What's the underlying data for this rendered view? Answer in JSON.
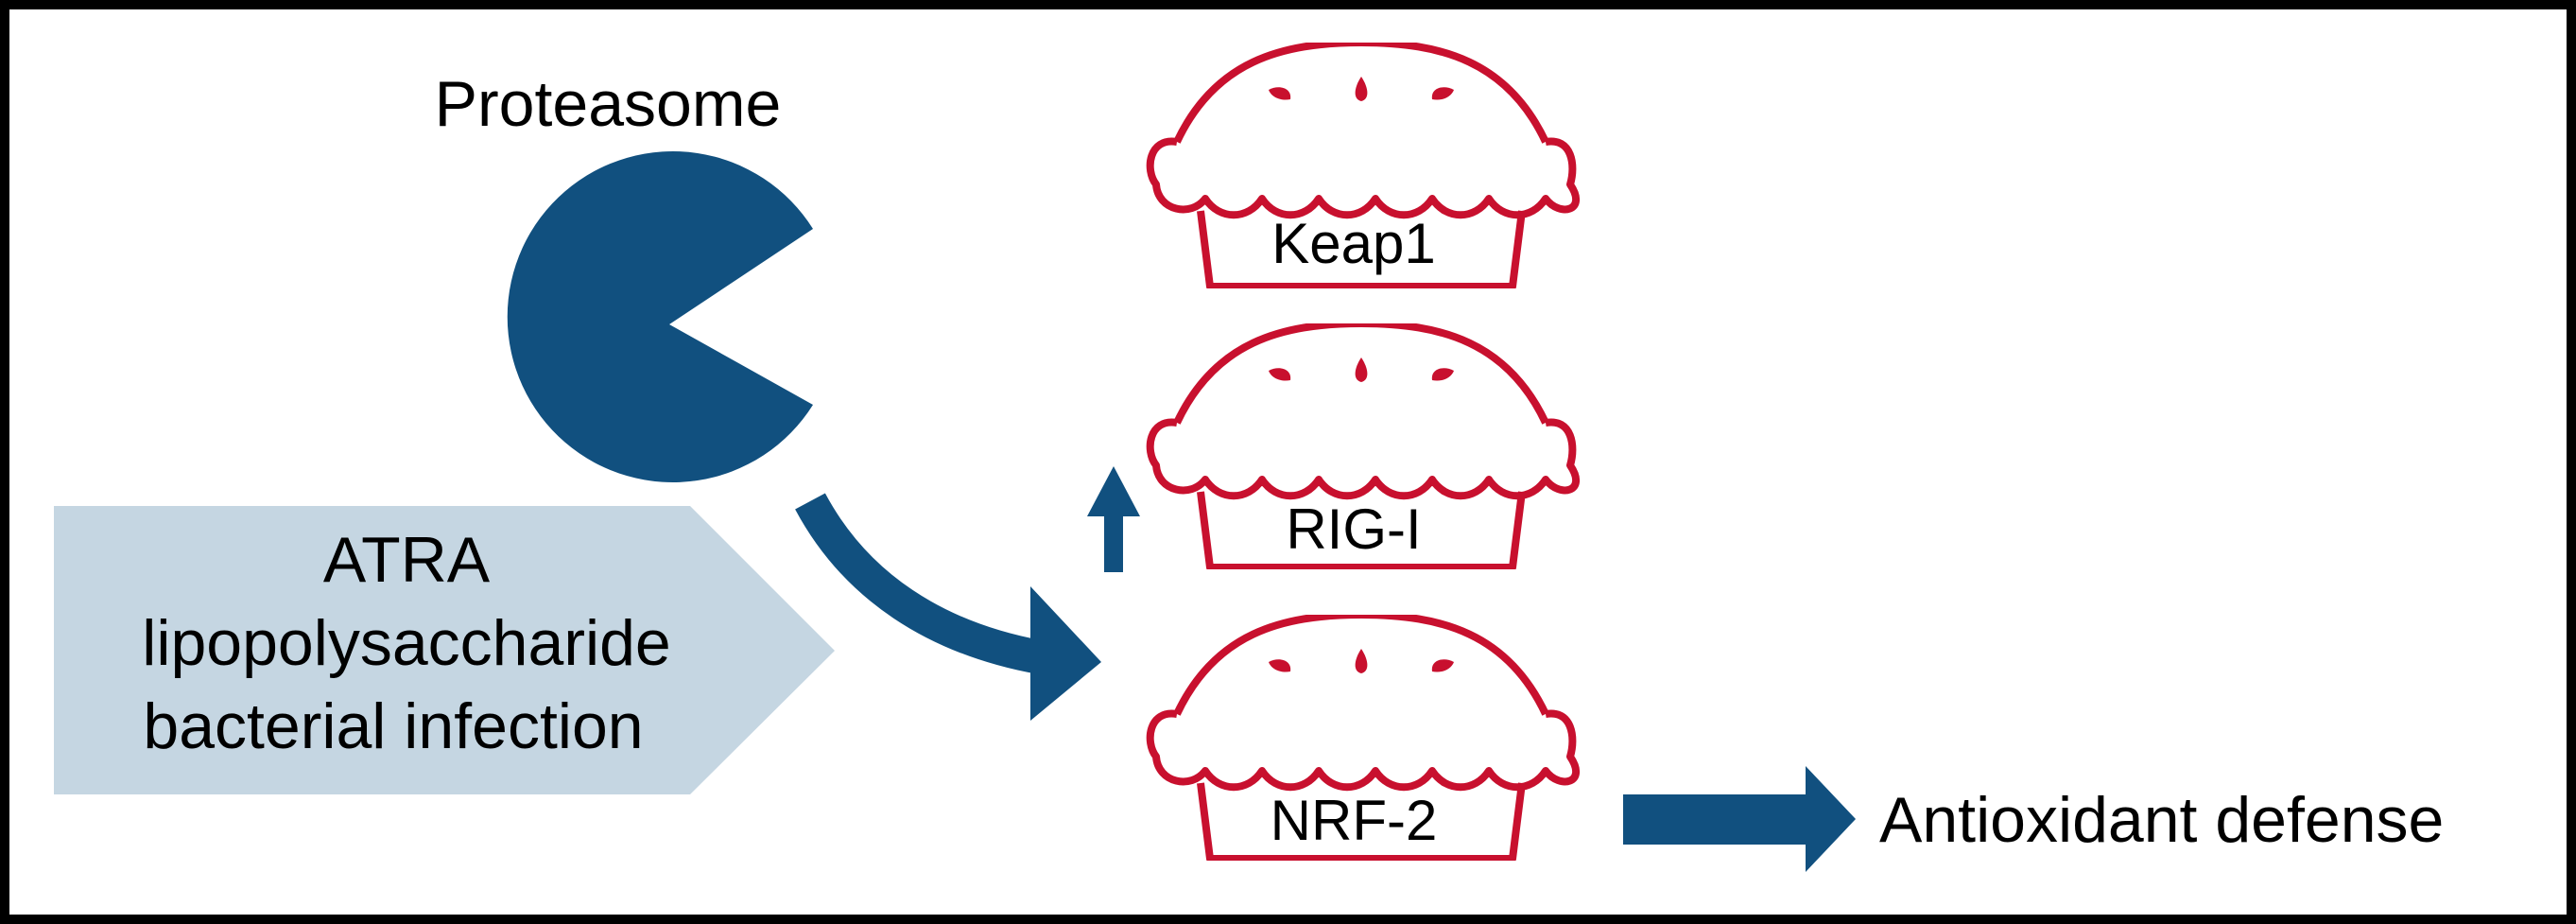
{
  "colors": {
    "proteasome": "#11507f",
    "arrow": "#11507f",
    "pie_outline": "#c8102e",
    "stimulus_box": "#c5d6e2",
    "frame": "#000000"
  },
  "proteasome": {
    "label": "Proteasome",
    "icon": "pacman-icon"
  },
  "stimulus": {
    "lines": [
      "ATRA",
      "lipopolysaccharide",
      "bacterial infection"
    ]
  },
  "pies": [
    {
      "label": "Keap1",
      "icon": "pie-icon"
    },
    {
      "label": "RIG-I",
      "icon": "pie-icon"
    },
    {
      "label": "NRF-2",
      "icon": "pie-icon"
    }
  ],
  "outcome": {
    "label": "Antioxidant defense"
  }
}
